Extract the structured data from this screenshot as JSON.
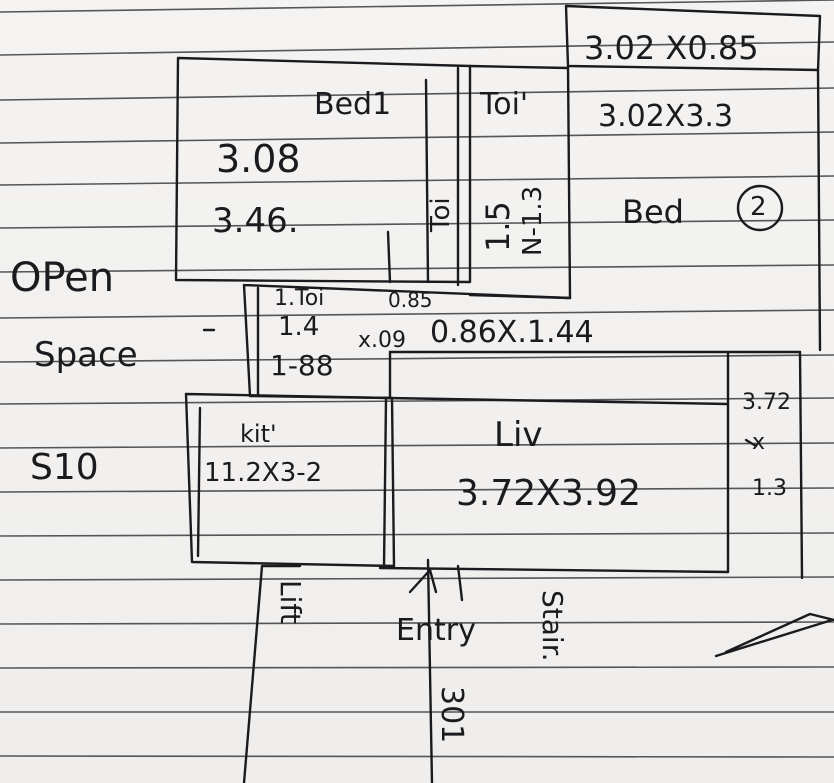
{
  "colors": {
    "paper": "#f2f1ef",
    "rule": "#3a3a40",
    "ink": "#1b1b1f"
  },
  "rooms": {
    "bed1": {
      "name": "Bed1",
      "width": "3.08",
      "length": "3.46."
    },
    "toilet_left": {
      "name": "Toi"
    },
    "toilet_right": {
      "name": "Toi'",
      "width": "1.5",
      "length": "N-1.3"
    },
    "top_right": {
      "size": "3.02 X0.85"
    },
    "bed2": {
      "size": "3.02X3.3",
      "name": "Bed",
      "number": "2"
    },
    "corridor": {
      "name": "1.Toi",
      "a": "0.85",
      "b": "1.4",
      "c": "x.09",
      "d": "0.86X.1.44",
      "e": "1-88"
    },
    "kitchen": {
      "name": "kit'",
      "size": "11.2X3-2"
    },
    "living": {
      "name": "Liv",
      "size": "3.72X3.92"
    },
    "right_strip": {
      "a": "3.72",
      "b": "x",
      "c": "1.3"
    },
    "entry": {
      "name": "Entry"
    },
    "lift": {
      "name": "Lift"
    },
    "stair": {
      "name": "Stair."
    },
    "bottom_number": "301"
  },
  "margin_notes": {
    "line1": "OPen",
    "line2": "Space",
    "line3": "S10"
  }
}
